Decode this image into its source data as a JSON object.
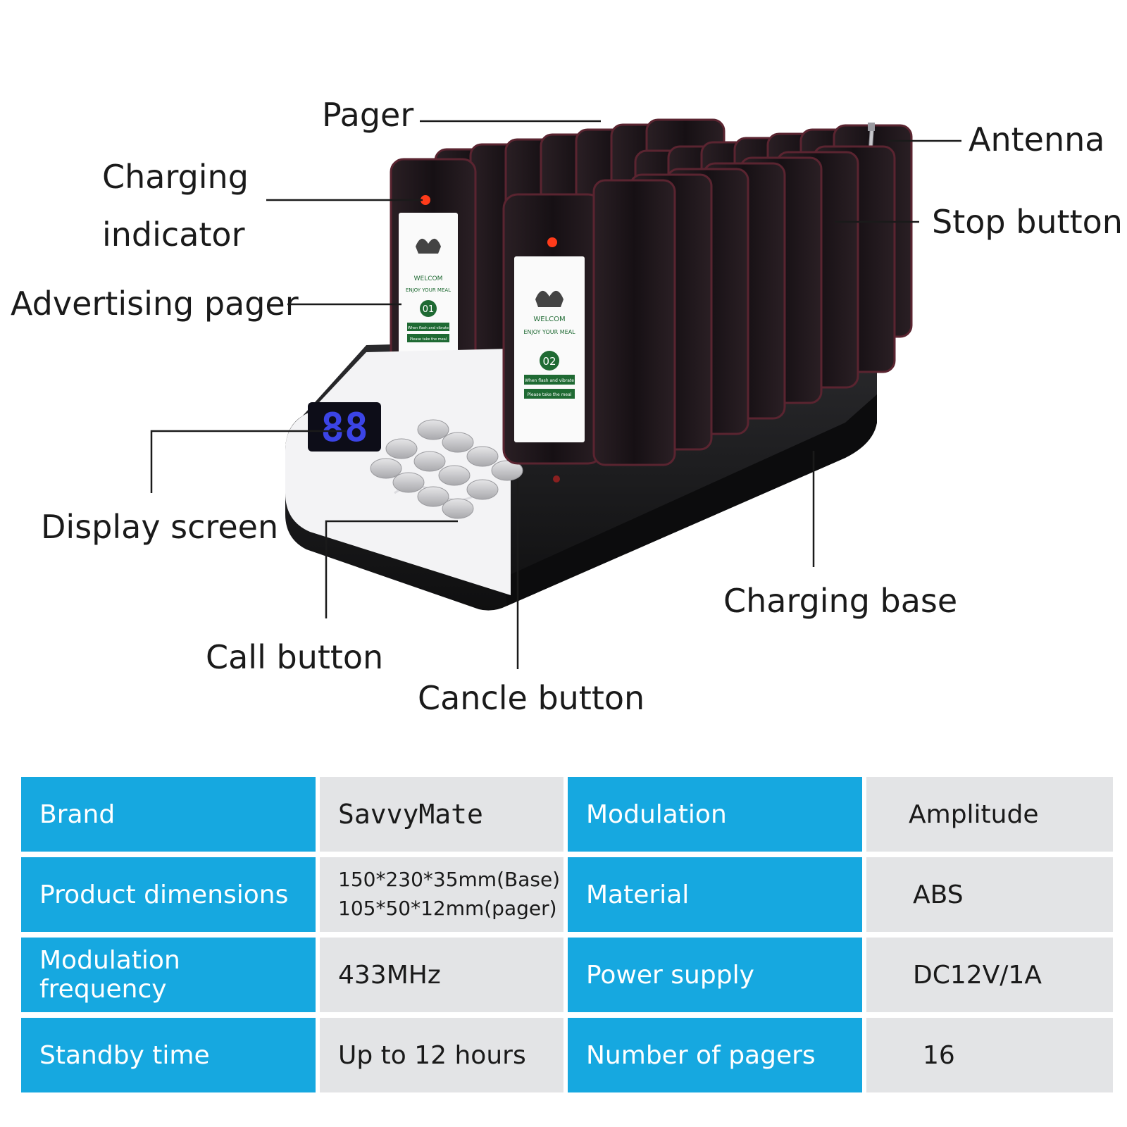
{
  "callouts": {
    "pager": "Pager",
    "antenna": "Antenna",
    "charging_indicator_line1": "Charging",
    "charging_indicator_line2": "indicator",
    "stop_button": "Stop button",
    "advertising_pager": "Advertising pager",
    "display_screen": "Display screen",
    "charging_base": "Charging base",
    "call_button": "Call button",
    "cancel_button": "Cancle button"
  },
  "device": {
    "display_digits": "88",
    "pager_1": {
      "header": "WELCOM",
      "tagline": "ENJOY YOUR MEAL",
      "number": "01",
      "line1": "When flash and vibrate",
      "line2": "Please take the meal"
    },
    "pager_2": {
      "header": "WELCOM",
      "tagline": "ENJOY YOUR MEAL",
      "number": "02",
      "line1": "When flash and vibrate",
      "line2": "Please take the meal"
    },
    "colors": {
      "pager_body": "#1c1418",
      "pager_edge": "#5a2430",
      "base": "#1b1b1d",
      "panel": "#f3f3f5",
      "led": "#ff3b1a",
      "screen": "#3b44e6",
      "ad_green": "#1f6a33"
    }
  },
  "specs": {
    "rows": [
      {
        "label1": "Brand",
        "value1": "SavvyMate",
        "label2": "Modulation",
        "value2": "Amplitude"
      },
      {
        "label1": "Product dimensions",
        "value1_line1": "150*230*35mm(Base)",
        "value1_line2": "105*50*12mm(pager)",
        "label2": "Material",
        "value2": "ABS"
      },
      {
        "label1": "Modulation frequency",
        "value1": "433MHz",
        "label2": "Power supply",
        "value2": "DC12V/1A"
      },
      {
        "label1": "Standby time",
        "value1": "Up to 12 hours",
        "label2": "Number of pagers",
        "value2": "16"
      }
    ],
    "colors": {
      "label_bg": "#16a8e0",
      "value_bg": "#e3e4e6"
    }
  }
}
